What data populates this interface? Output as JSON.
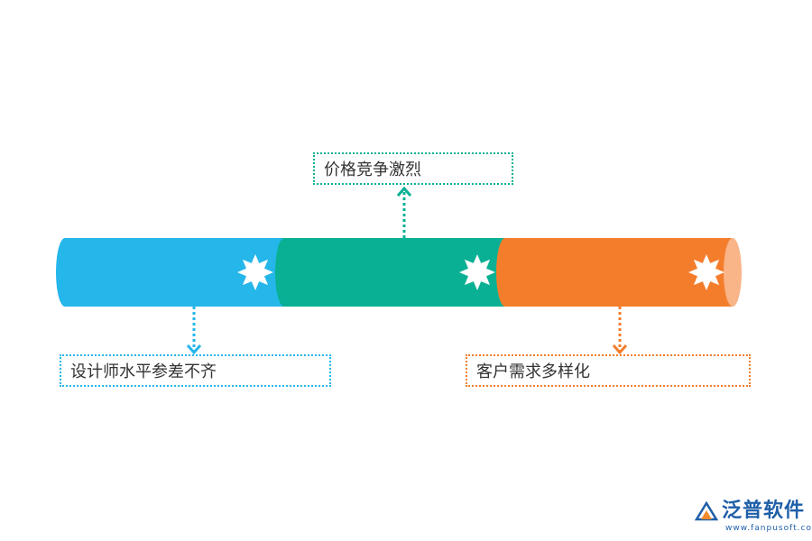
{
  "segments": [
    {
      "id": "blue",
      "color": "#25b6ea",
      "label": "设计师水平参差不齐"
    },
    {
      "id": "teal",
      "color": "#09b094",
      "label": "价格竞争激烈"
    },
    {
      "id": "orange",
      "color": "#f47d2c",
      "label": "客户需求多样化"
    }
  ],
  "end_cap_color": "#f9b487",
  "star_color": "#ffffff",
  "logo": {
    "name": "泛普软件",
    "url": "www.fanpusoft.com",
    "color": "#1f5fa8",
    "accent": "#f08a2b"
  }
}
